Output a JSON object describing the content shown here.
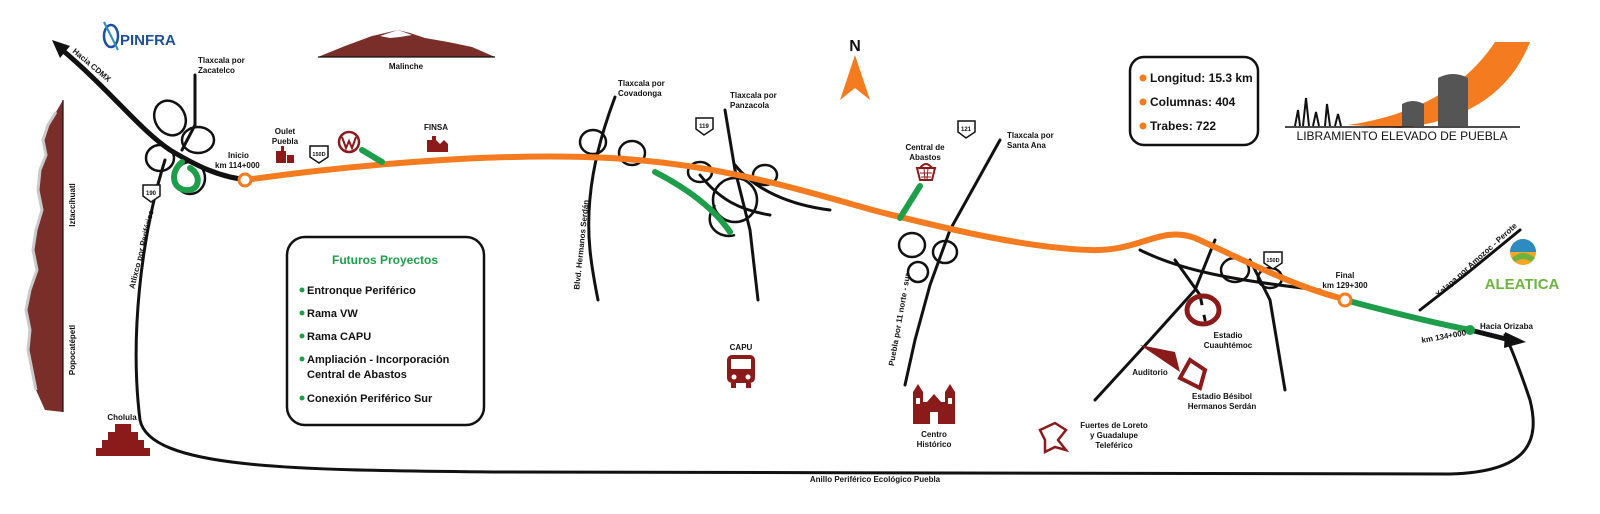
{
  "colors": {
    "main_route": "#F47B20",
    "future_projects": "#1E9E4A",
    "roads": "#111111",
    "landmarks": "#8B1A1A",
    "mountains": "#7A2E2A",
    "pinfra_blue": "#1F4E9C"
  },
  "brands": {
    "pinfra": "PINFRA",
    "aleatica": "ALEATICA",
    "project_title": "LIBRAMIENTO ELEVADO DE PUEBLA"
  },
  "compass": {
    "label": "N"
  },
  "stats": [
    {
      "label": "Longitud: 15.3 km"
    },
    {
      "label": "Columnas: 404"
    },
    {
      "label": "Trabes:  722"
    }
  ],
  "future_projects": {
    "title": "Futuros Proyectos",
    "items": [
      {
        "line1": "Entronque Periférico",
        "line2": ""
      },
      {
        "line1": "Rama VW",
        "line2": ""
      },
      {
        "line1": "Rama CAPU",
        "line2": ""
      },
      {
        "line1": "Ampliación - Incorporación",
        "line2": "Central de Abastos"
      },
      {
        "line1": "Conexión Periférico Sur",
        "line2": ""
      }
    ]
  },
  "route_points": {
    "start": {
      "line1": "Inicio",
      "line2": "km 114+000"
    },
    "final": {
      "line1": "Final",
      "line2": "km 129+300"
    },
    "end": {
      "line1": "km 134+000"
    }
  },
  "road_labels": {
    "hacia_cdmx": "Hacia CDMX",
    "hacia_orizaba": "Hacia Orizaba",
    "tlaxcala_zacatelco": {
      "line1": "Tlaxcala por",
      "line2": "Zacatelco"
    },
    "tlaxcala_covadonga": {
      "line1": "Tlaxcala por",
      "line2": "Covadonga"
    },
    "tlaxcala_panzacola": {
      "line1": "Tlaxcala por",
      "line2": "Panzacola"
    },
    "tlaxcala_santa_ana": {
      "line1": "Tlaxcala por",
      "line2": "Santa Ana"
    },
    "atlixco_periferico": "Atlixco por Periférico",
    "blvd_hermanos_serdan": "Blvd. Hermanos Serdán",
    "puebla_11_norte_sur": "Puebla por 11 norte - sur",
    "xalapa_amozoc": "Xalapa por Amozoc - Perote",
    "anillo_periferico": "Anillo Periférico Ecológico Puebla"
  },
  "highway_shields": {
    "s190": "190",
    "s150d_a": "150D",
    "s119": "119",
    "s121": "121",
    "s150d_b": "150D"
  },
  "landmarks": {
    "malinche": "Malinche",
    "iztaccihuatl": "Iztaccíhuatl",
    "popocatepetl": "Popocatépetl",
    "cholula": "Cholula",
    "outlet_puebla": {
      "line1": "Oulet",
      "line2": "Puebla"
    },
    "finsa": "FINSA",
    "central_abastos": {
      "line1": "Central de",
      "line2": "Abastos"
    },
    "capu": "CAPU",
    "centro_historico": {
      "line1": "Centro",
      "line2": "Histórico"
    },
    "estadio_cuauhtemoc": {
      "line1": "Estadio",
      "line2": "Cuauhtémoc"
    },
    "auditorio": "Auditorio",
    "estadio_beisbol": {
      "line1": "Estadio Bésibol",
      "line2": "Hermanos Serdán"
    },
    "fuertes": {
      "line1": "Fuertes de Loreto",
      "line2": "y Guadalupe",
      "line3": "Teleférico"
    }
  }
}
